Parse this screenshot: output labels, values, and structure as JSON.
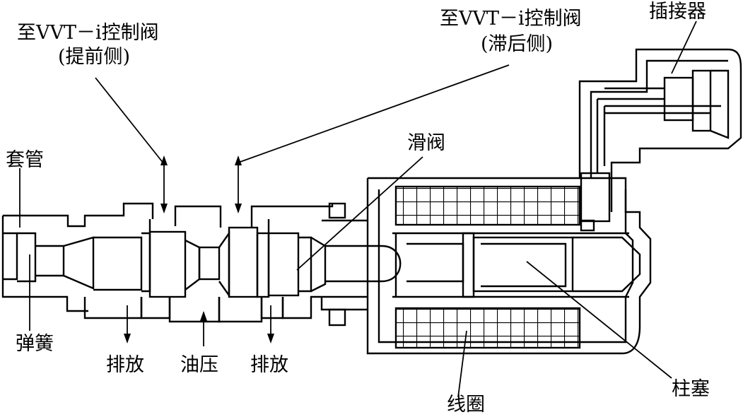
{
  "labels": {
    "to_vvt_advance_1": "至VVT－i控制阀",
    "to_vvt_advance_2": "(提前侧)",
    "to_vvt_retard_1": "至VVT－i控制阀",
    "to_vvt_retard_2": "(滞后侧)",
    "connector": "插接器",
    "sleeve": "套管",
    "spool_valve": "滑阀",
    "spring": "弹簧",
    "drain_left": "排放",
    "oil_pressure": "油压",
    "drain_right": "排放",
    "coil": "线圈",
    "plunger": "柱塞"
  },
  "colors": {
    "ink": "#000000",
    "paper": "#ffffff"
  }
}
